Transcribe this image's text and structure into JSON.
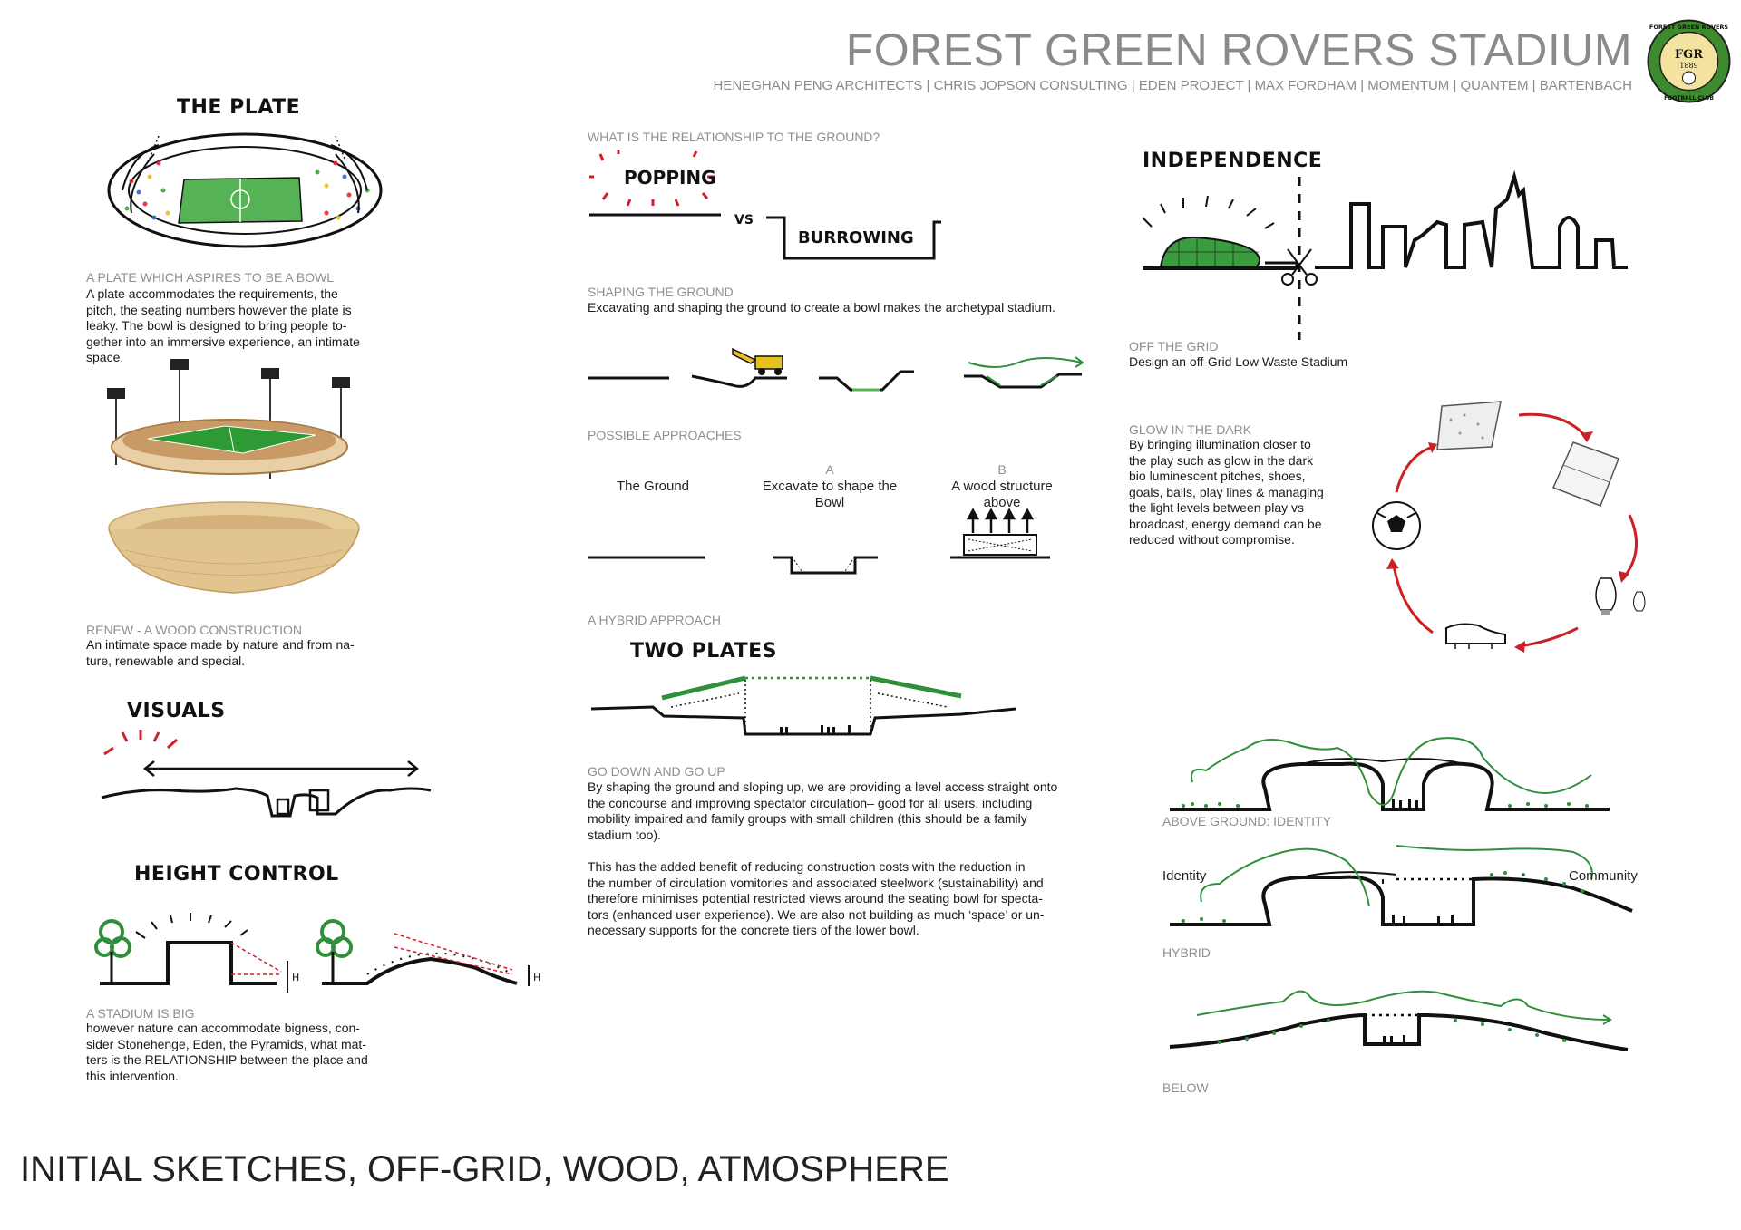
{
  "header": {
    "title": "FOREST GREEN ROVERS STADIUM",
    "subtitle": "HENEGHAN PENG ARCHITECTS | CHRIS JOPSON CONSULTING | EDEN PROJECT | MAX FORDHAM | MOMENTUM | QUANTEM | BARTENBACH",
    "logo": {
      "top_text": "FOREST GREEN ROVERS",
      "monogram": "FGR",
      "year": "1889",
      "bottom_text": "FOOTBALL CLUB"
    }
  },
  "left_column": {
    "plate": {
      "sketch_title": "THE PLATE",
      "caption": "A PLATE WHICH ASPIRES TO BE A BOWL",
      "body_lines": [
        "A plate accommodates the requirements, the",
        "pitch, the seating numbers however the plate is",
        "leaky. The bowl is designed to bring people to-",
        "gether into an immersive experience, an intimate",
        "space."
      ]
    },
    "renew": {
      "caption": "RENEW - A WOOD CONSTRUCTION",
      "body_lines": [
        "An intimate space made by nature and from na-",
        "ture, renewable and special."
      ]
    },
    "visuals": {
      "sketch_title": "VISUALS"
    },
    "height_control": {
      "sketch_title": "HEIGHT CONTROL",
      "marker_label": "H"
    },
    "stadium_big": {
      "caption": "A STADIUM IS BIG",
      "body_lines": [
        "however nature can accommodate bigness, con-",
        "sider Stonehenge, Eden, the Pyramids, what mat-",
        "ters is the RELATIONSHIP between the place and",
        "this intervention."
      ]
    }
  },
  "middle_column": {
    "relationship": {
      "caption": "WHAT IS THE RELATIONSHIP TO THE GROUND?",
      "popping": "POPPING",
      "vs": "VS",
      "burrowing": "BURROWING"
    },
    "shaping": {
      "caption": "SHAPING THE GROUND",
      "body": "Excavating and shaping the ground to create a bowl makes the archetypal stadium."
    },
    "approaches": {
      "caption": "POSSIBLE APPROACHES",
      "items": [
        {
          "letter": "",
          "label_lines": [
            "The Ground"
          ]
        },
        {
          "letter": "A",
          "label_lines": [
            "Excavate to shape the",
            "Bowl"
          ]
        },
        {
          "letter": "B",
          "label_lines": [
            "A wood structure",
            "above"
          ]
        }
      ]
    },
    "hybrid": {
      "caption": "A HYBRID APPROACH",
      "sketch_title": "TWO PLATES"
    },
    "go_down": {
      "caption": "GO DOWN AND GO UP",
      "para1_lines": [
        "By shaping the ground and sloping up, we are providing a level access straight onto",
        "the concourse and improving spectator circulation– good for all users, including",
        "mobility impaired and family groups with small children (this should be a family",
        "stadium too)."
      ],
      "para2_lines": [
        "This has the added benefit of reducing construction costs with the reduction in",
        "the number of circulation vomitories and associated steelwork (sustainability) and",
        "therefore minimises potential restricted views around the seating bowl for specta-",
        "tors (enhanced user experience).  We are also not building as much ‘space’ or un-",
        "necessary supports for the concrete tiers of the lower bowl."
      ]
    }
  },
  "right_column": {
    "independence": {
      "sketch_title": "INDEPENDENCE"
    },
    "off_grid": {
      "caption": "OFF THE GRID",
      "body": "Design an off-Grid Low Waste Stadium"
    },
    "glow": {
      "caption": "GLOW IN THE DARK",
      "body_lines": [
        "By bringing illumination closer to",
        "the play such as glow in the dark",
        "bio luminescent pitches, shoes,",
        "goals, balls, play lines & managing",
        "the light levels between play vs",
        "broadcast, energy demand can be",
        "reduced without compromise."
      ]
    },
    "sections": {
      "above_caption": "ABOVE GROUND: IDENTITY",
      "hybrid_caption": "HYBRID",
      "below_caption": "BELOW",
      "identity_label": "Identity",
      "community_label": "Community"
    }
  },
  "footer": {
    "text": "INITIAL SKETCHES, OFF-GRID, WOOD,  ATMOSPHERE"
  },
  "colors": {
    "ink": "#111111",
    "grey_text": "#8a8a8a",
    "green": "#2f8f3a",
    "pitch_green": "#2e8b2e",
    "red": "#d0202a",
    "wood": "#d8b787"
  }
}
